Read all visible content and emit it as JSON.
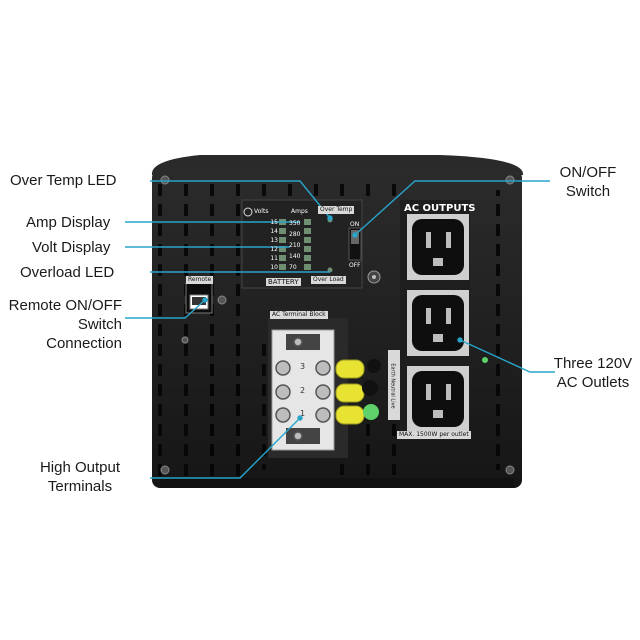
{
  "callouts": {
    "over_temp_led": "Over Temp LED",
    "amp_display": "Amp Display",
    "volt_display": "Volt Display",
    "overload_led": "Overload LED",
    "remote_line1": "Remote ON/OFF",
    "remote_line2": "Switch",
    "remote_line3": "Connection",
    "high_output_line1": "High Output",
    "high_output_line2": "Terminals",
    "onoff_line1": "ON/OFF",
    "onoff_line2": "Switch",
    "outlets_line1": "Three 120V",
    "outlets_line2": "AC Outlets"
  },
  "panel": {
    "volts_label": "Volts",
    "amps_label": "Amps",
    "over_temp": "Over Temp",
    "volts_scale": [
      "15",
      "14",
      "13",
      "12",
      "11",
      "10"
    ],
    "amps_scale": [
      "350",
      "280",
      "210",
      "140",
      "70"
    ],
    "battery": "BATTERY",
    "over_load": "Over Load",
    "switch_on": "ON",
    "switch_off": "OFF",
    "remote": "Remote",
    "ac_terminal_block": "AC Terminal Block",
    "ac_outputs": "AC OUTPUTS",
    "earth_neutral_live": "Earth Neutral Live",
    "max_rating": "MAX. 1500W per outlet",
    "terminal_numbers": [
      "3",
      "2",
      "1"
    ]
  },
  "colors": {
    "callout_line": "#29a3c9",
    "panel_body": "#1b1b1b",
    "led_green": "#5fd36a",
    "wire_yellow": "#e8e332"
  }
}
